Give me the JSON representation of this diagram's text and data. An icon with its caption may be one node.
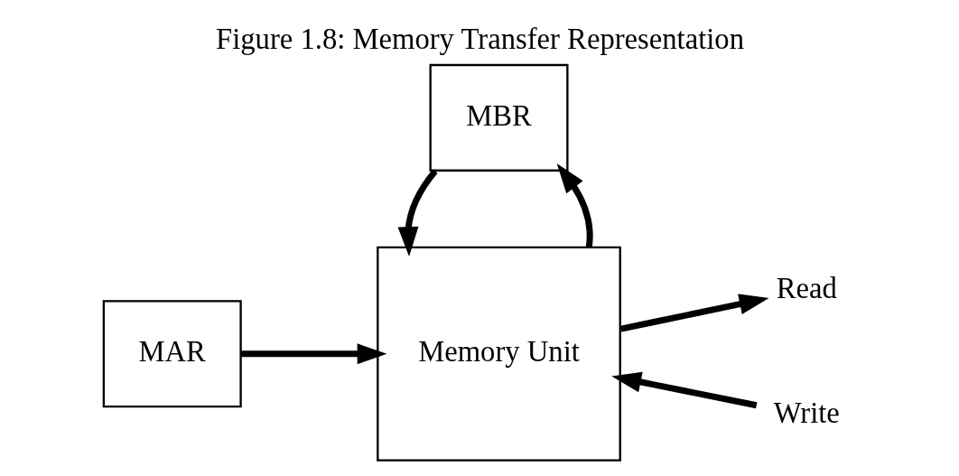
{
  "diagram": {
    "title": "Figure 1.8: Memory Transfer Representation",
    "nodes": [
      {
        "text": [
          "MAR"
        ]
      },
      {
        "text": [
          "Memory Unit"
        ]
      },
      {
        "text": [
          "Read"
        ]
      },
      {
        "text": [
          "Write"
        ]
      },
      {
        "text": [
          "MBR"
        ]
      }
    ],
    "edges": [
      {
        "from": 0,
        "to": 1,
        "arrow": "to"
      },
      {
        "from": 1,
        "to": 2,
        "arrow": "to"
      },
      {
        "from": 3,
        "to": 1,
        "arrow": "to"
      },
      {
        "from": 1,
        "to": 4,
        "arrow": "to"
      },
      {
        "from": 4,
        "to": 1,
        "arrow": "to"
      }
    ]
  }
}
